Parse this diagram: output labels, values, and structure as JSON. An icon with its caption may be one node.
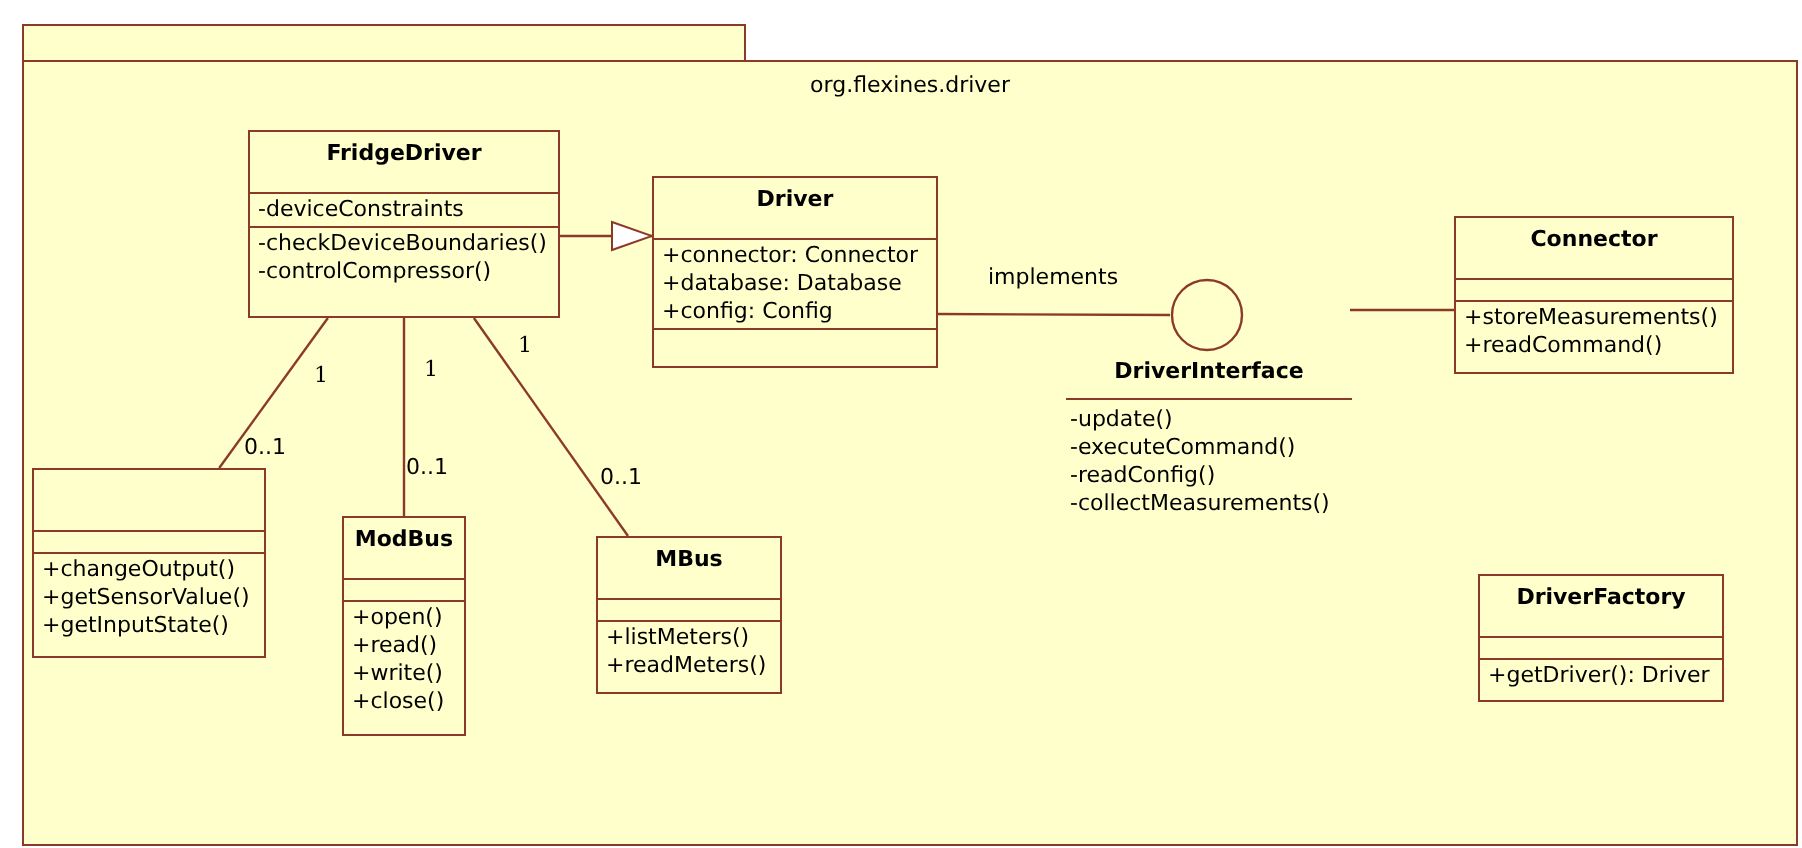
{
  "diagram": {
    "nodes": [
      {
        "text": [
          "org.flexines.driver"
        ]
      },
      {
        "text": [
          "FridgeDriver",
          "-deviceConstraints",
          "-checkDeviceBoundaries()",
          "-controlCompressor()"
        ],
        "in": 0
      },
      {
        "text": [
          "Driver",
          "+connector: Connector",
          "+database: Database",
          "+config: Config"
        ],
        "in": 0
      },
      {
        "text": [],
        "shape": "circle",
        "in": 0,
        "beside": [
          "DriverInterface",
          "-update()",
          "-executeCommand()",
          "-readConfig()",
          "-collectMeasurements()"
        ]
      },
      {
        "text": [
          "Connector",
          "+storeMeasurements()",
          "+readCommand()"
        ],
        "in": 0
      },
      {
        "text": [
          "+changeOutput()",
          "+getSensorValue()",
          "+getInputState()"
        ],
        "in": 0
      },
      {
        "text": [
          "ModBus",
          "+open()",
          "+read()",
          "+write()",
          "+close()"
        ],
        "in": 0
      },
      {
        "text": [
          "MBus",
          "+listMeters()",
          "+readMeters()"
        ],
        "in": 0
      },
      {
        "text": [
          "DriverFactory",
          "+getDriver(): Driver"
        ],
        "in": 0
      }
    ],
    "edges": [
      {
        "from": 1,
        "to": 2,
        "arrow": "to"
      },
      {
        "from": 2,
        "to": 3,
        "arrow": "none",
        "label": "implements"
      },
      {
        "from": 4,
        "to": null,
        "arrow": "none"
      },
      {
        "from": 1,
        "to": 5,
        "arrow": "none"
      },
      {
        "from": 1,
        "to": 6,
        "arrow": "none"
      },
      {
        "from": 1,
        "to": 7,
        "arrow": "none"
      }
    ],
    "labels": [
      "1",
      "1",
      "1",
      "0..1",
      "0..1",
      "0..1"
    ]
  }
}
